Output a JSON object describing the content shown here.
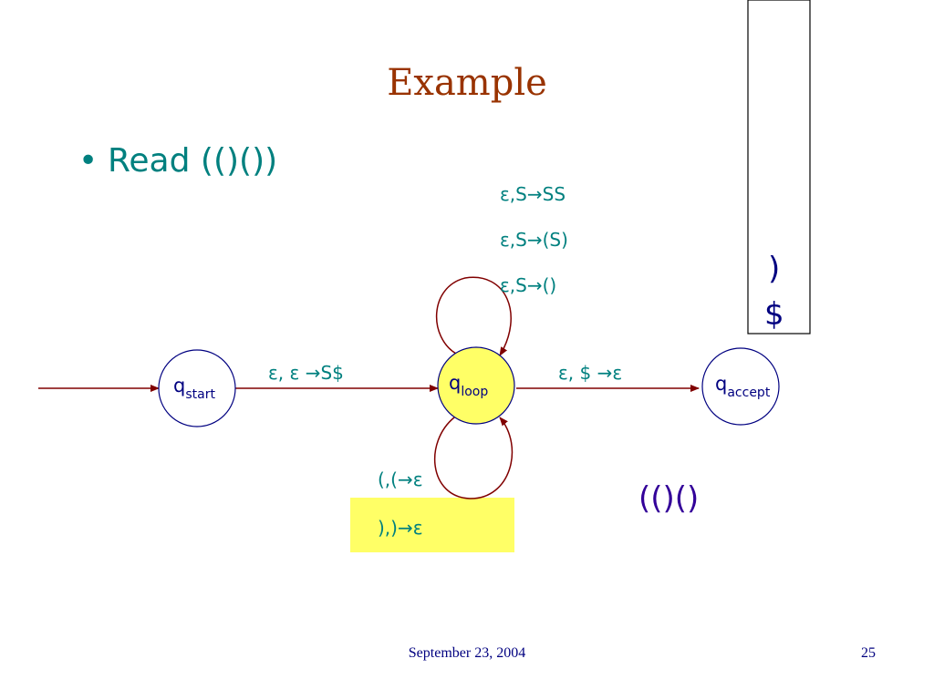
{
  "slide": {
    "title": "Example",
    "bullet": "Read (()())",
    "footer_date": "September 23, 2004",
    "page_number": "25"
  },
  "states": {
    "start": {
      "base": "q",
      "sub": "start"
    },
    "loop": {
      "base": "q",
      "sub": "loop"
    },
    "accept": {
      "base": "q",
      "sub": "accept"
    }
  },
  "transitions": {
    "start_to_loop": "ε, ε →S$",
    "loop_to_accept": "ε, $ →ε",
    "loop_top": [
      "ε,S→SS",
      "ε,S→(S)",
      "ε,S→()"
    ],
    "loop_bottom": [
      "(,(→ε",
      "),)→ε"
    ]
  },
  "stack": {
    "contents": [
      ")",
      "$"
    ]
  },
  "remaining_input": "(()()",
  "colors": {
    "title": "#993300",
    "text_teal": "#00807f",
    "state_border": "#000080",
    "active_state_fill": "#ffff66",
    "arrow": "#800000",
    "highlight": "#ffff66"
  }
}
